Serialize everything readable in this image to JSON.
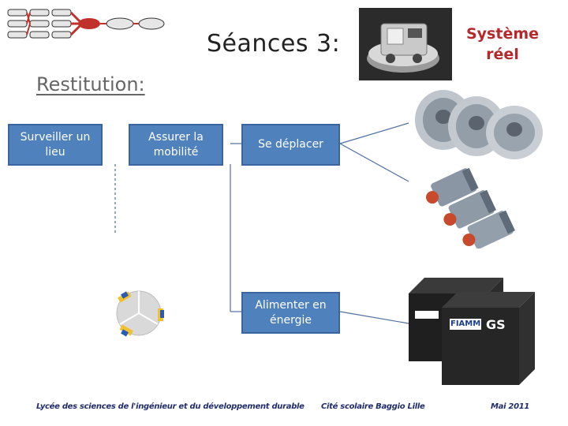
{
  "slide": {
    "title": "Séances 3:",
    "system_label": "Système réel",
    "section_heading": "Restitution:"
  },
  "functions": [
    {
      "label": "Surveiller un lieu"
    },
    {
      "label": "Assurer la mobilité"
    },
    {
      "label": "Se déplacer"
    },
    {
      "label": "Alimenter en énergie"
    }
  ],
  "footer": {
    "left": "Lycée des sciences de l'ingénieur et du développement durable",
    "center": "Cité scolaire Baggio Lille",
    "right": "Mai 2011"
  },
  "icons": {
    "robot_photo": "robot-image",
    "wheels_photo": "omniwheel-image",
    "motors_photo": "motor-image",
    "battery_photo": "battery-image",
    "battery_brand": "FIAMM",
    "battery_model": "GS",
    "base_diagram": "robot-base-diagram-icon",
    "nav_diagram": "navigation-flow-icon"
  },
  "colors": {
    "box_fill": "#4f81bd",
    "system_label": "#b5292c",
    "footer_text": "#1f2d6b"
  }
}
